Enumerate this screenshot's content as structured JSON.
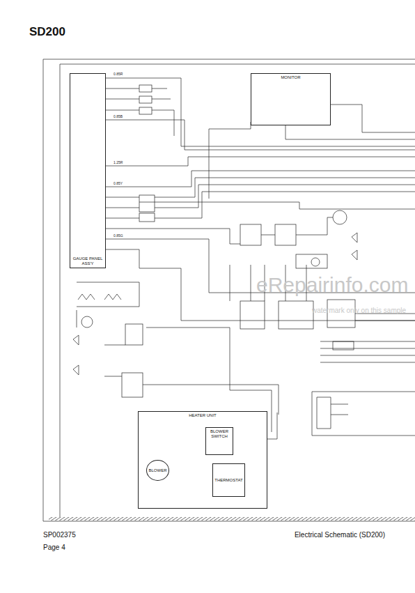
{
  "diagram": {
    "title": "SD200",
    "nodes": [
      {
        "text": [
          "GAUGE PANEL ASS'Y"
        ]
      },
      {
        "text": [
          "MONITOR"
        ]
      },
      {
        "text": [
          "HEATER UNIT"
        ]
      },
      {
        "text": [
          "BLOWER SWITCH"
        ],
        "in": 2
      },
      {
        "text": [
          "BLOWER"
        ],
        "in": 2
      },
      {
        "text": [
          "THERMOSTAT"
        ],
        "in": 2
      }
    ],
    "edges": [
      {
        "from": 3,
        "to": 4,
        "arrow": "none"
      },
      {
        "from": 3,
        "to": 5,
        "arrow": "none"
      }
    ],
    "labels": [
      "SP002375",
      "Page 4",
      "Electrical Schematic (SD200)",
      "eRepairinfo.com",
      "watermark only on this sample",
      "0.85R",
      "0.85B",
      "1.25R",
      "0.85Y",
      "0.85G"
    ]
  }
}
